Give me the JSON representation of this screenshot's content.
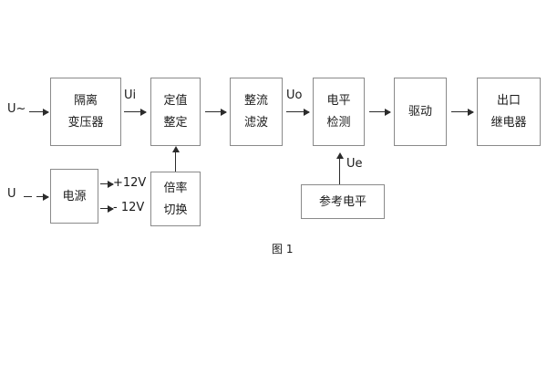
{
  "diagram": {
    "caption": "图 1",
    "blocks": [
      {
        "id": "isolation-transformer",
        "line1": "隔离",
        "line2": "变压器"
      },
      {
        "id": "setting-value",
        "line1": "定值",
        "line2": "整定"
      },
      {
        "id": "rectify-filter",
        "line1": "整流",
        "line2": "滤波"
      },
      {
        "id": "level-detection",
        "line1": "电平",
        "line2": "检测"
      },
      {
        "id": "drive",
        "line1": "驱动",
        "line2": ""
      },
      {
        "id": "output-relay",
        "line1": "出口",
        "line2": "继电器"
      },
      {
        "id": "power-supply",
        "line1": "电源",
        "line2": ""
      },
      {
        "id": "multiplier-switch",
        "line1": "倍率",
        "line2": "切换"
      },
      {
        "id": "reference-level",
        "line1": "参考电平",
        "line2": ""
      }
    ],
    "signals": {
      "input_ac": "U~",
      "input_dc": "U",
      "ui": "Ui",
      "uo": "Uo",
      "ue": "Ue",
      "rail_positive": "+12V",
      "rail_negative": "- 12V"
    }
  }
}
